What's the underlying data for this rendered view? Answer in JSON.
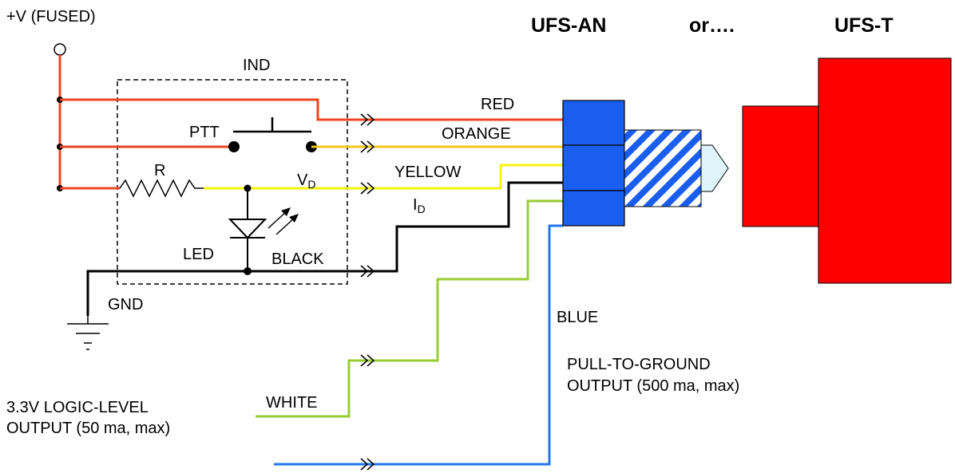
{
  "labels": {
    "supply": "+V (FUSED)",
    "ind": "IND",
    "ptt": "PTT",
    "resistor": "R",
    "vd_main": "V",
    "vd_sub": "D",
    "id_main": "I",
    "id_sub": "D",
    "led": "LED",
    "gnd": "GND",
    "model_an": "UFS-AN",
    "or": "or….",
    "model_t": "UFS-T",
    "logic_output_line1": "3.3V LOGIC-LEVEL",
    "logic_output_line2": "OUTPUT (50 ma, max)",
    "pull_output_line1": "PULL-TO-GROUND",
    "pull_output_line2": "OUTPUT (500 ma, max)"
  },
  "wires": {
    "red": "RED",
    "orange": "ORANGE",
    "yellow": "YELLOW",
    "black": "BLACK",
    "white": "WHITE",
    "blue": "BLUE"
  },
  "colors": {
    "red_wire": "#ee4422",
    "orange_wire": "#f5c518",
    "yellow_wire": "#f4f40a",
    "black_wire": "#000000",
    "white_wire": "#99cc33",
    "blue_wire": "#2277ee",
    "connector_blue": "#1a5ef0",
    "sensor_red": "#ff0000",
    "tip_light": "#dff3fa"
  }
}
